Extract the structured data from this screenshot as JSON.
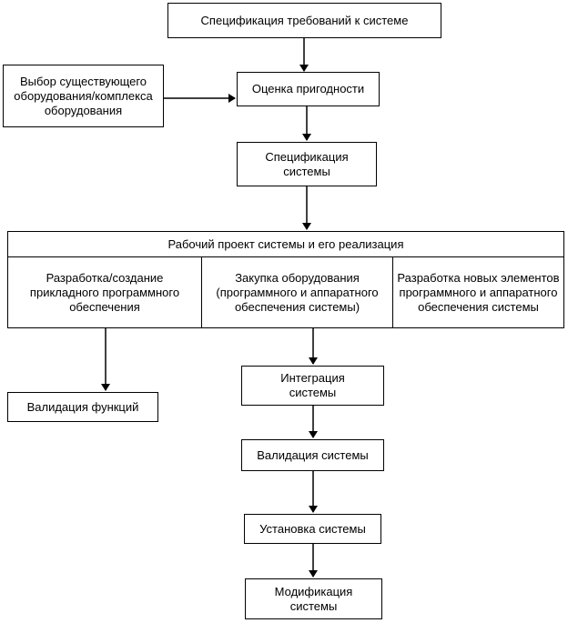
{
  "diagram": {
    "nodes": {
      "system_requirements_spec": "Спецификация требований к системе",
      "existing_equipment_selection": "Выбор существующего\nоборудования/комплекса\nоборудования",
      "suitability_assessment": "Оценка пригодности",
      "system_specification": "Спецификация\nсистемы",
      "detailed_design_header": "Рабочий проект системы и его реализация",
      "application_software_development": "Разработка/создание\nприкладного программного\nобеспечения",
      "equipment_procurement": "Закупка оборудования\n(программного и аппаратного\nобеспечения системы)",
      "new_elements_development": "Разработка новых элементов\nпрограммного и аппаратного\nобеспечения системы",
      "function_validation": "Валидация функций",
      "system_integration": "Интеграция\nсистемы",
      "system_validation": "Валидация системы",
      "system_installation": "Установка системы",
      "system_modification": "Модификация\nсистемы"
    },
    "edges": [
      {
        "from": "system_requirements_spec",
        "to": "suitability_assessment"
      },
      {
        "from": "existing_equipment_selection",
        "to": "suitability_assessment"
      },
      {
        "from": "suitability_assessment",
        "to": "system_specification"
      },
      {
        "from": "system_specification",
        "to": "detailed_design_header"
      },
      {
        "from": "application_software_development",
        "to": "function_validation"
      },
      {
        "from": "equipment_procurement",
        "to": "system_integration"
      },
      {
        "from": "system_integration",
        "to": "system_validation"
      },
      {
        "from": "system_validation",
        "to": "system_installation"
      },
      {
        "from": "system_installation",
        "to": "system_modification"
      }
    ],
    "colors": {
      "line": "#000000",
      "box_fill": "#ffffff",
      "background": "#ffffff"
    }
  }
}
